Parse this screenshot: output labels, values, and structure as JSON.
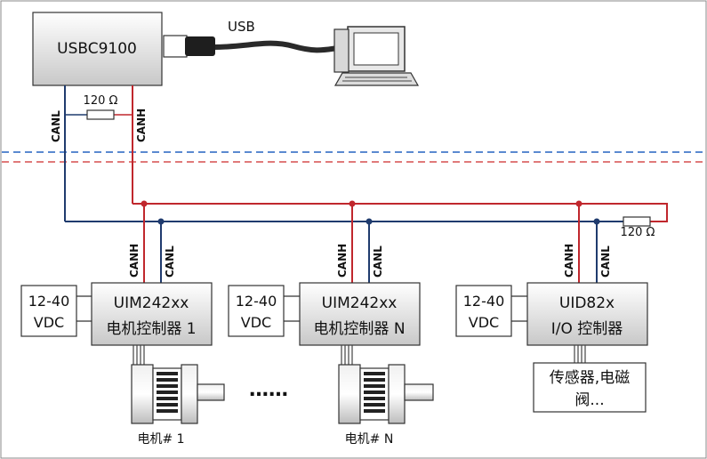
{
  "bridge": {
    "name": "USBC9100",
    "usb_label": "USB"
  },
  "terminator": {
    "value": "120 Ω"
  },
  "signals": {
    "canl": "CANL",
    "canh": "CANH"
  },
  "power": {
    "line1": "12-40",
    "line2": "VDC"
  },
  "nodes": [
    {
      "model": "UIM242xx",
      "desc": "电机控制器 1"
    },
    {
      "model": "UIM242xx",
      "desc": "电机控制器 N"
    },
    {
      "model": "UID82x",
      "desc": "I/O 控制器"
    }
  ],
  "motors": [
    {
      "label": "电机# 1"
    },
    {
      "label": "电机# N"
    }
  ],
  "ellipsis": "……",
  "io_device": {
    "line1": "传感器,电磁",
    "line2": "阀..."
  },
  "colors": {
    "canh": "#c0272d",
    "canl": "#1f3b6e",
    "box_border": "#333333"
  }
}
